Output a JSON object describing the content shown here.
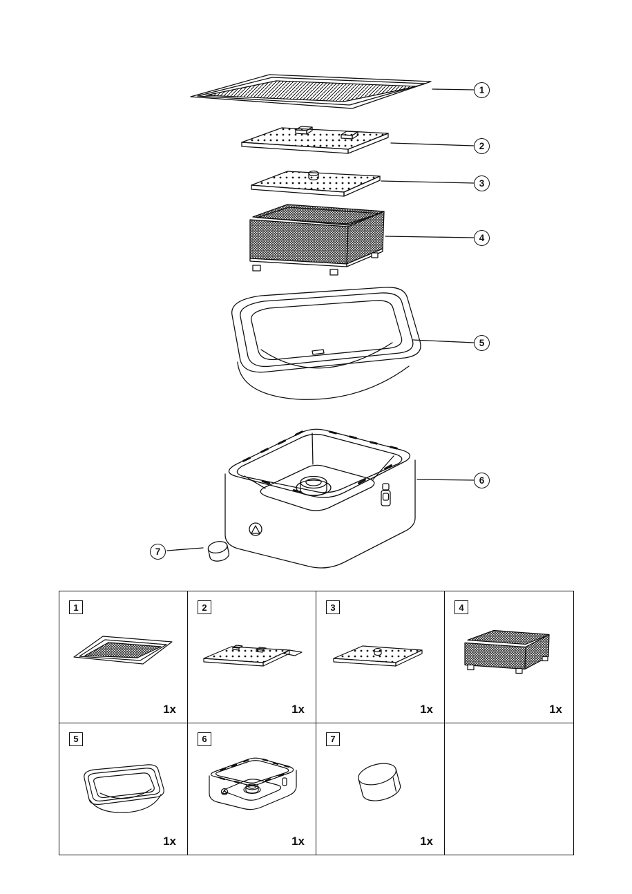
{
  "callouts": [
    {
      "label": "1"
    },
    {
      "label": "2"
    },
    {
      "label": "3"
    },
    {
      "label": "4"
    },
    {
      "label": "5"
    },
    {
      "label": "6"
    },
    {
      "label": "7"
    }
  ],
  "table": {
    "cells": [
      {
        "num": "1",
        "qty": "1x"
      },
      {
        "num": "2",
        "qty": "1x"
      },
      {
        "num": "3",
        "qty": "1x"
      },
      {
        "num": "4",
        "qty": "1x"
      },
      {
        "num": "5",
        "qty": "1x"
      },
      {
        "num": "6",
        "qty": "1x"
      },
      {
        "num": "7",
        "qty": "1x"
      }
    ]
  }
}
